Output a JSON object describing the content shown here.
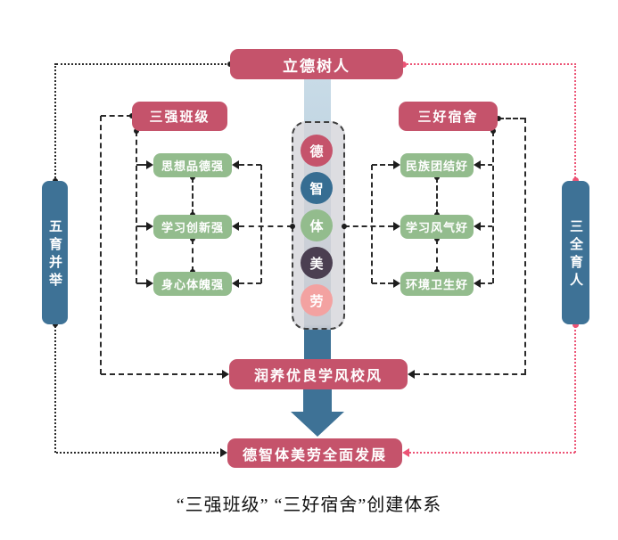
{
  "diagram": {
    "top_box": {
      "label": "立德树人"
    },
    "left_rail": {
      "label": "五育并举"
    },
    "right_rail": {
      "label": "三全育人"
    },
    "left_group": {
      "header": "三强班级",
      "items": [
        {
          "label": "思想品德强"
        },
        {
          "label": "学习创新强"
        },
        {
          "label": "身心体魄强"
        }
      ]
    },
    "right_group": {
      "header": "三好宿舍",
      "items": [
        {
          "label": "民族团结好"
        },
        {
          "label": "学习风气好"
        },
        {
          "label": "环境卫生好"
        }
      ]
    },
    "center_pillars": [
      {
        "label": "德",
        "color": "#c5536b"
      },
      {
        "label": "智",
        "color": "#366d92"
      },
      {
        "label": "体",
        "color": "#93bc8d"
      },
      {
        "label": "美",
        "color": "#4b3f51"
      },
      {
        "label": "劳",
        "color": "#f3a2a1"
      }
    ],
    "outcome_boxes": [
      {
        "label": "润养优良学风校风"
      },
      {
        "label": "德智体美劳全面发展"
      }
    ],
    "caption": "“三强班级” “三好宿舍”创建体系",
    "colors": {
      "crimson": "#c5536b",
      "green": "#93bc8d",
      "steel_blue": "#3e7296",
      "pink_line": "#ec5375",
      "black_line": "#2a2a2a",
      "band_light": "#c8dbe7",
      "panel_gray": "#d4d4d8"
    }
  }
}
